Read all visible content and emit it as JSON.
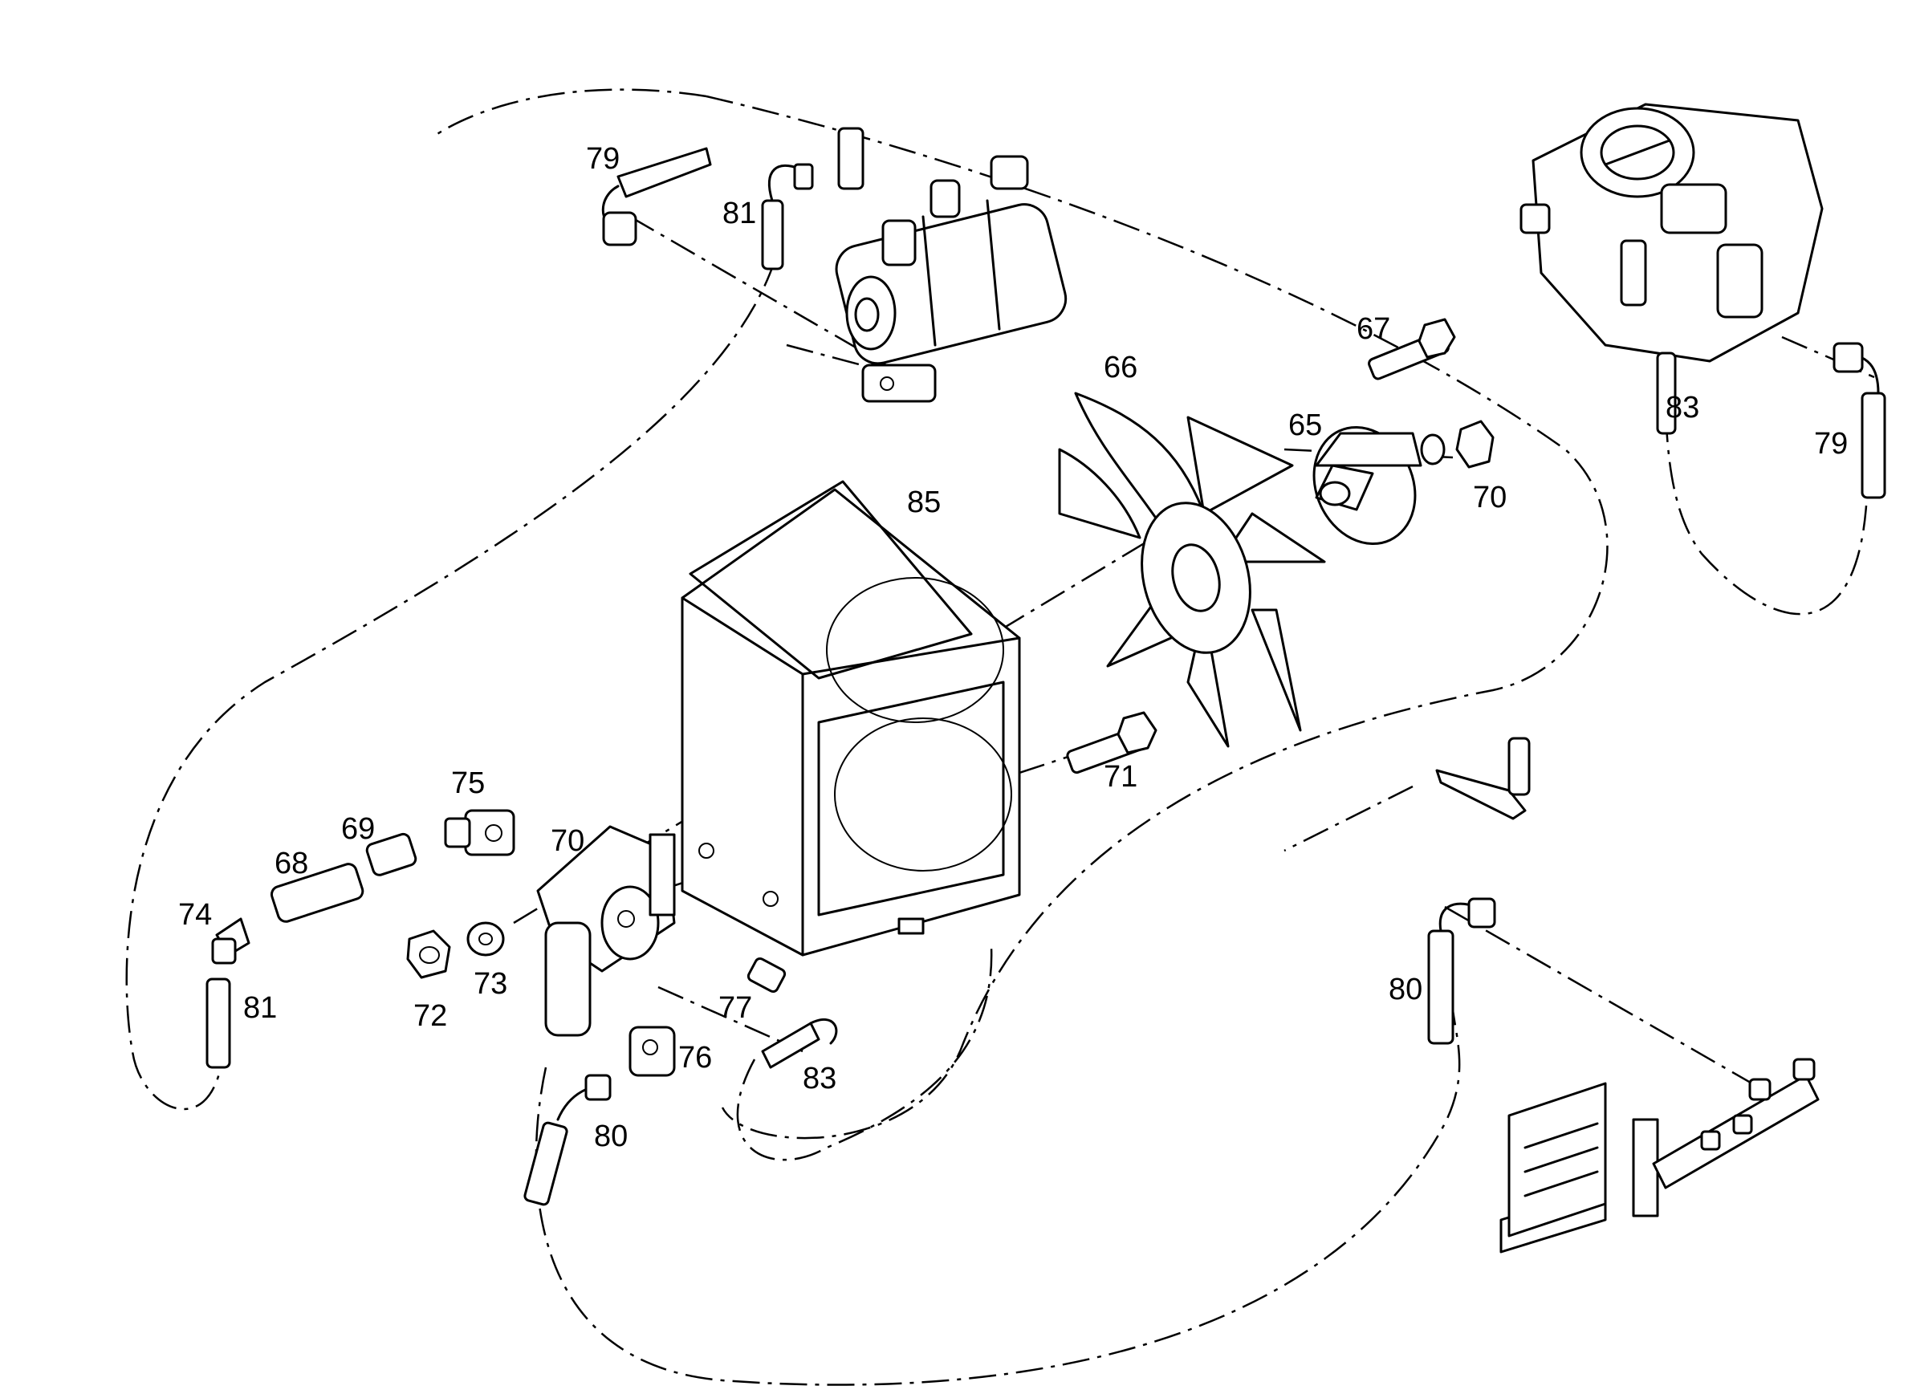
{
  "diagram": {
    "part_labels": [
      {
        "id": "79a",
        "text": "79"
      },
      {
        "id": "81a",
        "text": "81"
      },
      {
        "id": "67",
        "text": "67"
      },
      {
        "id": "66",
        "text": "66"
      },
      {
        "id": "65",
        "text": "65"
      },
      {
        "id": "70a",
        "text": "70"
      },
      {
        "id": "83a",
        "text": "83"
      },
      {
        "id": "79b",
        "text": "79"
      },
      {
        "id": "85",
        "text": "85"
      },
      {
        "id": "71",
        "text": "71"
      },
      {
        "id": "75",
        "text": "75"
      },
      {
        "id": "69",
        "text": "69"
      },
      {
        "id": "70b",
        "text": "70"
      },
      {
        "id": "68",
        "text": "68"
      },
      {
        "id": "74",
        "text": "74"
      },
      {
        "id": "81b",
        "text": "81"
      },
      {
        "id": "73",
        "text": "73"
      },
      {
        "id": "72",
        "text": "72"
      },
      {
        "id": "77",
        "text": "77"
      },
      {
        "id": "76",
        "text": "76"
      },
      {
        "id": "83b",
        "text": "83"
      },
      {
        "id": "80a",
        "text": "80"
      },
      {
        "id": "80b",
        "text": "80"
      }
    ]
  }
}
